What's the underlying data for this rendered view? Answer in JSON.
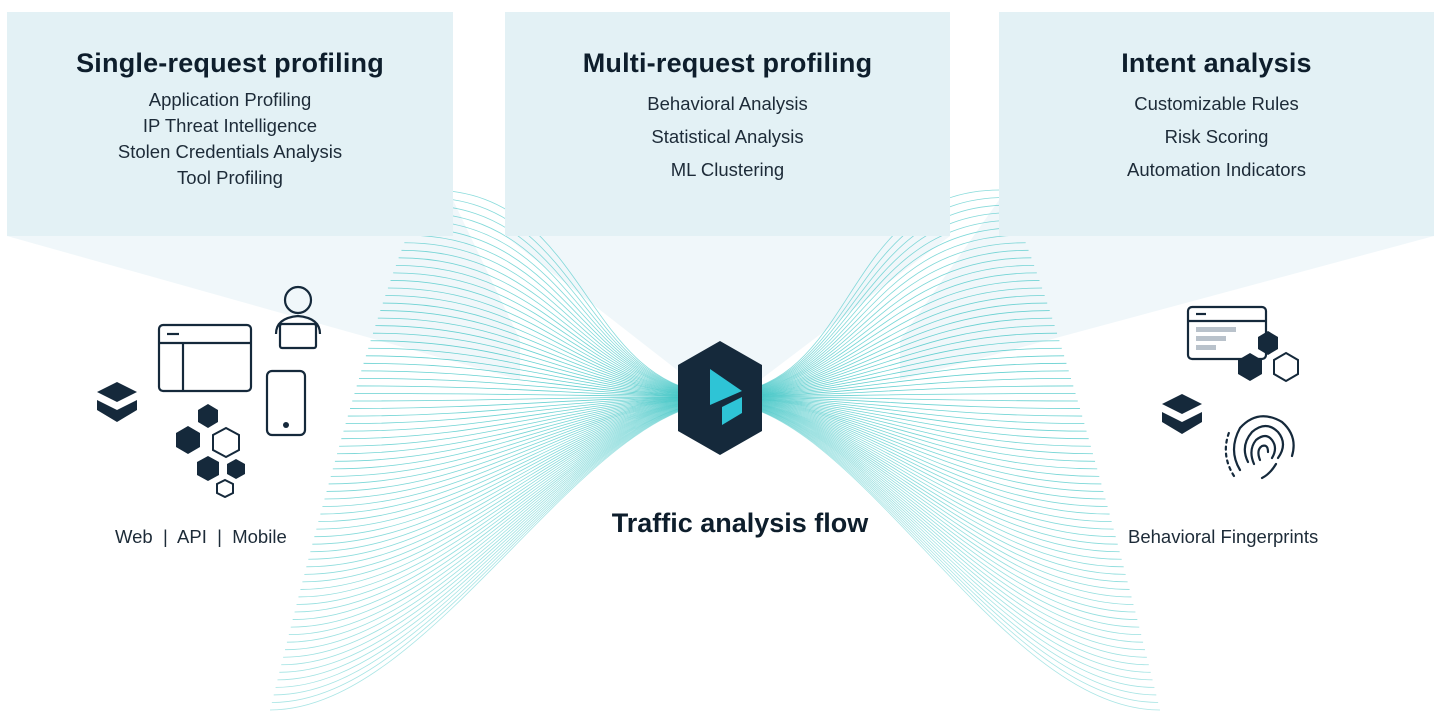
{
  "panels": {
    "single": {
      "title": "Single-request profiling",
      "items": [
        "Application Profiling",
        "IP Threat Intelligence",
        "Stolen Credentials Analysis",
        "Tool Profiling"
      ]
    },
    "multi": {
      "title": "Multi-request profiling",
      "items": [
        "Behavioral Analysis",
        "Statistical Analysis",
        "ML Clustering"
      ]
    },
    "intent": {
      "title": "Intent analysis",
      "items": [
        "Customizable Rules",
        "Risk Scoring",
        "Automation Indicators"
      ]
    }
  },
  "labels": {
    "sources": "Web  |  API  |  Mobile",
    "center": "Traffic analysis flow",
    "fingerprints": "Behavioral Fingerprints"
  },
  "colors": {
    "panel_bg": "#e3f1f5",
    "flow_line": "#3cc4c4",
    "dark": "#15293b",
    "accent": "#2ec4d6"
  },
  "icons": [
    "logo-hexagon-icon",
    "browser-window-icon",
    "user-laptop-icon",
    "mobile-phone-icon",
    "cube-icon",
    "hexagon-cluster-icon",
    "report-window-icon",
    "fingerprint-icon"
  ]
}
